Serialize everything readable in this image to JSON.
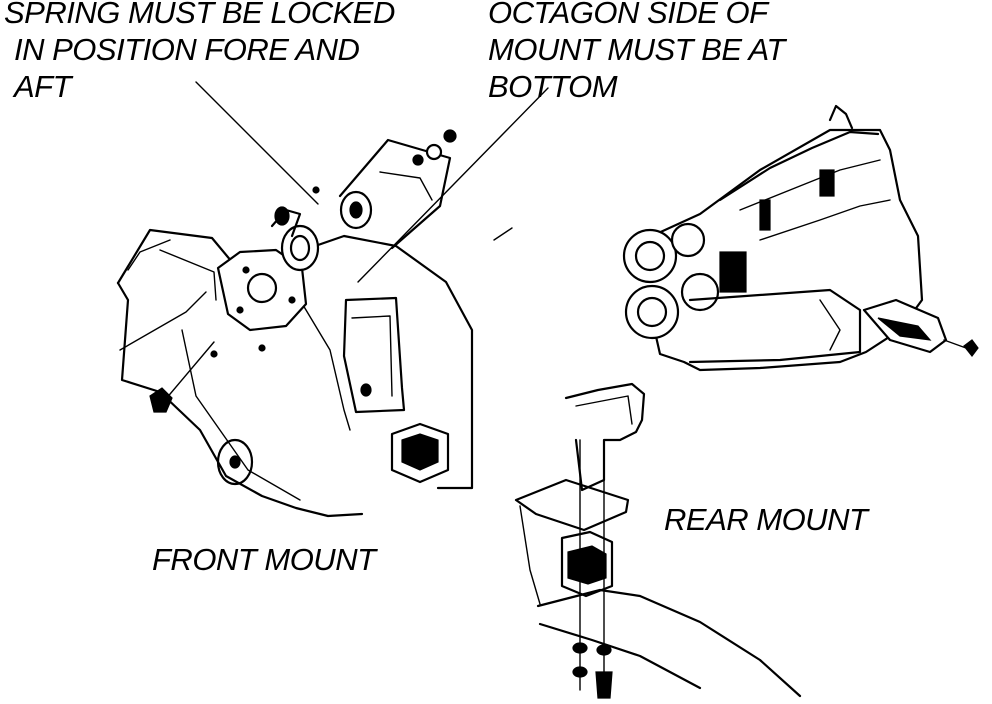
{
  "labels": {
    "spring": [
      "SPRING MUST BE LOCKED",
      "IN POSITION FORE AND",
      "AFT"
    ],
    "octagon": [
      "OCTAGON SIDE OF",
      "MOUNT MUST BE AT",
      "BOTTOM"
    ],
    "front_mount": "FRONT MOUNT",
    "rear_mount": "REAR MOUNT"
  },
  "colors": {
    "ink": "#000000",
    "paper": "#ffffff"
  }
}
